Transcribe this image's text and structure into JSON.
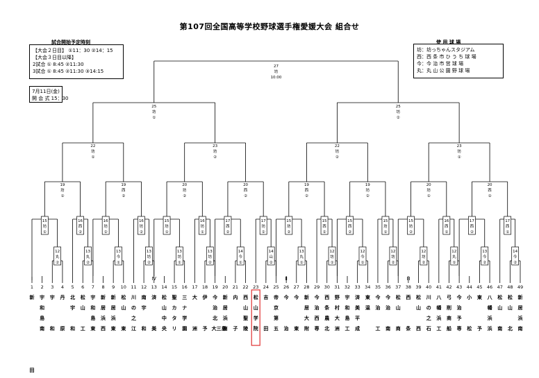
{
  "title": "第107回全国高等学校野球選手権愛媛大会 組合せ",
  "schedule": {
    "heading": "試合開始予定時刻",
    "lines": [
      "【大会２日目】 ①11：30 ②14：15",
      "【大会３日目以降】",
      "2試合 ① 8:45 ②11:30",
      "3試合 ① 8:45 ②11:30 ③14:15"
    ]
  },
  "opening": {
    "line1": "7月11日(金)",
    "line2": "開 会 式 15：30"
  },
  "venues": {
    "heading": "使 用 球 場",
    "lines": [
      "坊：坊っちゃんスタジアム",
      "西：西 条 市 ひ う ち 球 場",
      "今：今 治 市 営 球 場",
      "丸：丸 山 公 園 野 球 場"
    ]
  },
  "final": {
    "label": "27\n坊\n10:00"
  },
  "semis": [
    "25\n坊\n①",
    "25\n坊\n②"
  ],
  "quarters": [
    "22\n坊\n①",
    "23\n坊\n②",
    "22\n坊\n②",
    "23\n坊\n①"
  ],
  "r3": [
    "19\n坊\n①",
    "19\n西\n②",
    "20\n坊\n②",
    "20\n西\n②",
    "19\n西\n②",
    "19\n坊\n②",
    "20\n坊\n①",
    "20\n西\n①"
  ],
  "r2": [
    "15\n坊\n①",
    "16\n西\n②",
    "16\n坊\n②",
    "16\n坊\n②",
    "15\n坊\n①",
    "16\n坊\n①",
    "17\n西\n②",
    "17\n坊\n②",
    "15\n坊\n②",
    "15\n西\n②",
    "15\n西\n②",
    "15\n坊\n①",
    "15\n坊\n②",
    "16\n西\n①",
    "17\n西\n②",
    "17\n西\n①"
  ],
  "r1": [
    "12\n丸\n②",
    "13\n丸\n②",
    "13\n今\n①",
    "13\n坊\n②",
    "13\n坊\n①",
    "13\n坊\n②",
    "14\n今\n①",
    "14\n山\n②",
    "13\n丸\n①",
    "12\n坊\n①",
    "12\n今\n①",
    "12\n坊\n②",
    "12\n坊\n②",
    "12\n丸\n①",
    "13\n今\n②",
    "14\n今\n②",
    "14\n坊\n②"
  ],
  "groups": [
    "Ⅰ",
    "Ⅳ",
    "Ⅱ",
    "Ⅲ"
  ],
  "teams": [
    {
      "num": "1",
      "name": "新\n\n\n\n\n\n\n田"
    },
    {
      "num": "2",
      "name": "宇\n和\n島\n南"
    },
    {
      "num": "3",
      "name": "宇\n\n\n和"
    },
    {
      "num": "4",
      "name": "丹\n\n\n原"
    },
    {
      "num": "5",
      "name": "北\n宇\n\n和"
    },
    {
      "num": "6",
      "name": "松\n山\n\n工"
    },
    {
      "num": "7",
      "name": "宇\n和\n島\n東"
    },
    {
      "num": "8",
      "name": "新\n居\n浜\n西"
    },
    {
      "num": "9",
      "name": "新\n居\n浜\n東"
    },
    {
      "num": "10",
      "name": "松\n山\n\n東"
    },
    {
      "num": "11",
      "name": "川\nの\n之\n江"
    },
    {
      "num": "12",
      "name": "南\n宇\n\n和"
    },
    {
      "num": "13",
      "name": "済\n\n\n美"
    },
    {
      "num": "14",
      "name": "松\n山\n中\n央"
    },
    {
      "num": "15",
      "name": "聖\nカ\nタ\nリ"
    },
    {
      "num": "16",
      "name": "三\nナ\n学\n園"
    },
    {
      "num": "17",
      "name": "大\n\n\n洲"
    },
    {
      "num": "18",
      "name": "伊\n\n\n予"
    },
    {
      "num": "19",
      "name": "今\n治\n北\n大三島"
    },
    {
      "num": "20",
      "name": "新\n居\n浜\n商"
    },
    {
      "num": "21",
      "name": "内\n\n\n子"
    },
    {
      "num": "22",
      "name": "西\n山\n聖\n陵"
    },
    {
      "num": "23",
      "name": "松\n山\n学\n院"
    },
    {
      "num": "24",
      "name": "吉\n\n\n田"
    },
    {
      "num": "25",
      "name": "帝\n京\n第\n五"
    },
    {
      "num": "26",
      "name": "今\n\n\n治"
    },
    {
      "num": "27",
      "name": "今\n\n\n東"
    },
    {
      "num": "28",
      "name": "新\n居\n大\n附"
    },
    {
      "num": "29",
      "name": "今\n治\n西\n専"
    },
    {
      "num": "30",
      "name": "西\n条\n農\n北"
    },
    {
      "num": "31",
      "name": "野\n村\n大\n洲"
    },
    {
      "num": "32",
      "name": "宇\n和\n島\n工"
    },
    {
      "num": "33",
      "name": "済\n美\n平\n成"
    },
    {
      "num": "34",
      "name": "東\n温\n\n\n"
    },
    {
      "num": "35",
      "name": "今\n治\n\n工"
    },
    {
      "num": "36",
      "name": "今\n治\n\n南"
    },
    {
      "num": "37",
      "name": "松\n山\n\n商"
    },
    {
      "num": "38",
      "name": "西\n\n\n条"
    },
    {
      "num": "39",
      "name": "松\n山\n\n西"
    },
    {
      "num": "40",
      "name": "川\nの\n之\n石"
    },
    {
      "num": "41",
      "name": "八\n幡\n浜\n工"
    },
    {
      "num": "42",
      "name": "弓\n削\n商\n船"
    },
    {
      "num": "43",
      "name": "今\n治\n予\n専"
    },
    {
      "num": "44",
      "name": "小\n\n\n松"
    },
    {
      "num": "45",
      "name": "東\n\n\n予"
    },
    {
      "num": "46",
      "name": "八\n幡\n浜\n浜"
    },
    {
      "num": "47",
      "name": "松\n山\n\n南"
    },
    {
      "num": "48",
      "name": "松\n山\n\n北"
    },
    {
      "num": "49",
      "name": "新\n居\n浜\n南"
    }
  ]
}
